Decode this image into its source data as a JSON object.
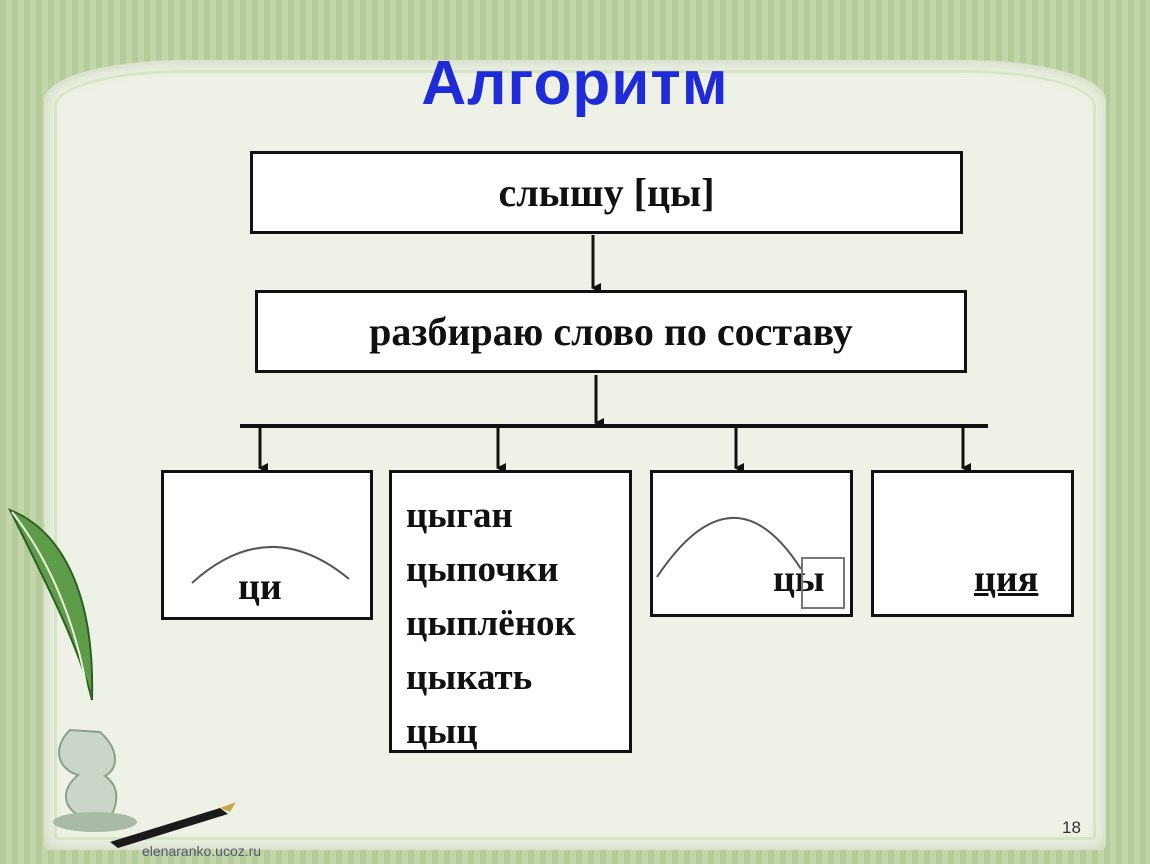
{
  "title": "Алгоритм",
  "steps": {
    "first": "слышу [цы]",
    "second": "разбираю слово по составу"
  },
  "branches": {
    "root_label": "ци",
    "words": [
      "цыган",
      "цыпочки",
      "цыплёнок",
      "цыкать",
      "цыц"
    ],
    "ending_label": "цы",
    "suffix_label": "ция"
  },
  "footer": {
    "page_number": "18",
    "site": "elenaranko.ucoz.ru"
  },
  "colors": {
    "title": "#1f2bd8",
    "frame": "#b9cf9f",
    "panel": "#eef2e6"
  },
  "icons": [
    "feather-quill-icon",
    "fountain-pen-icon"
  ]
}
